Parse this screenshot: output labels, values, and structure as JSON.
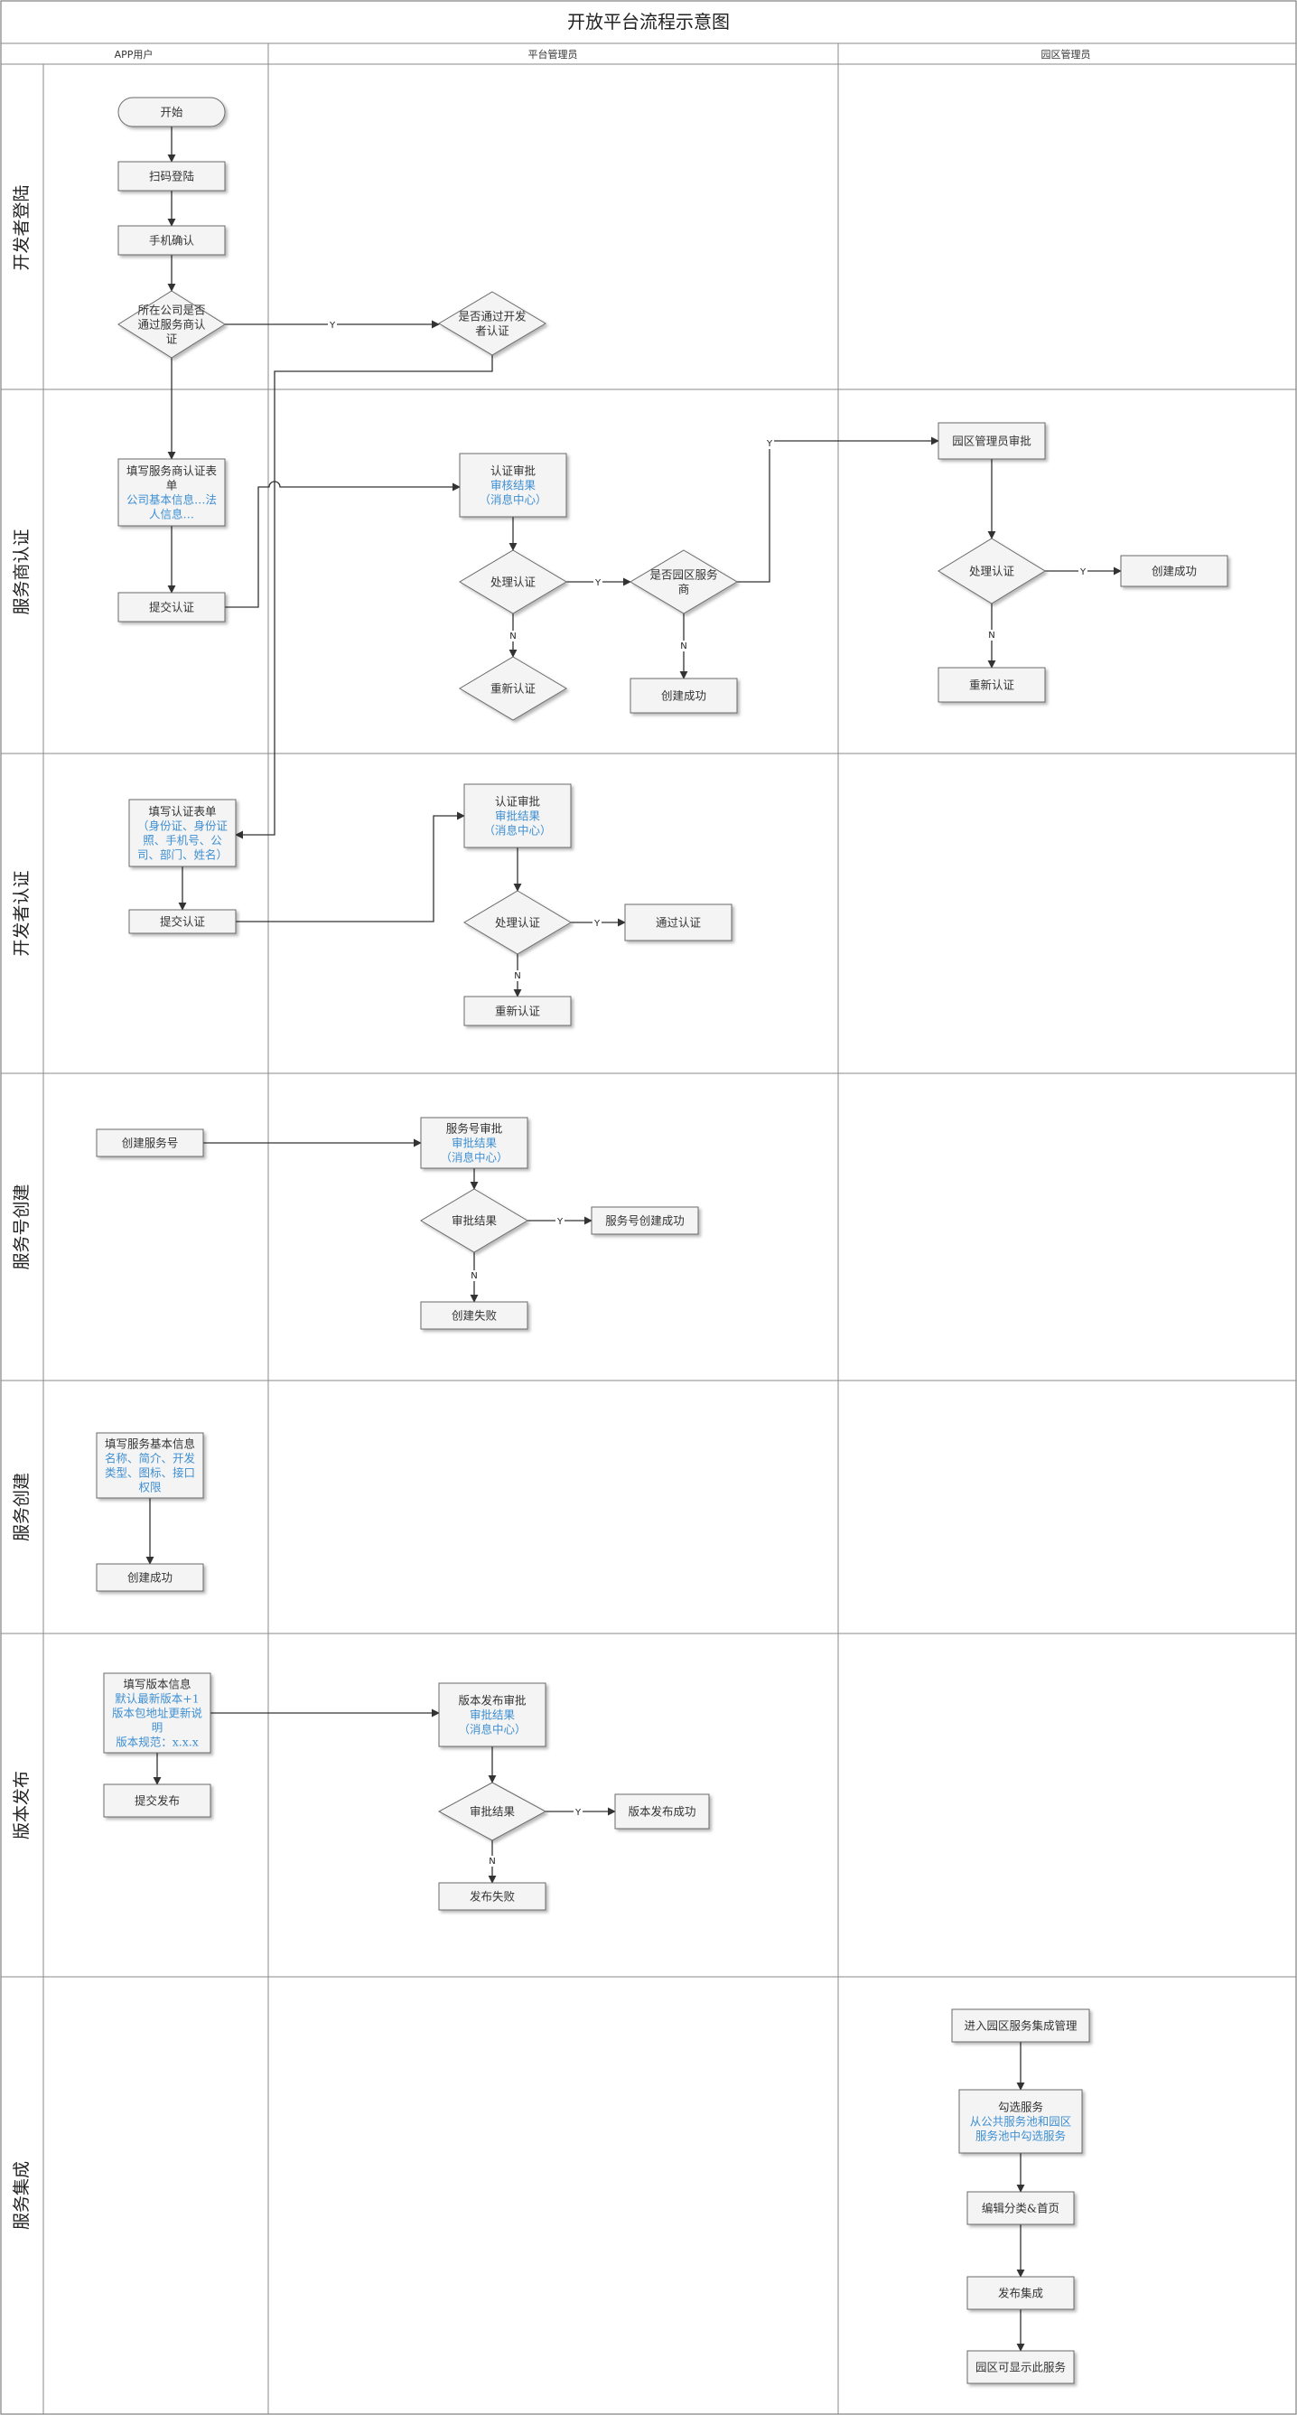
{
  "title": "开放平台流程示意图",
  "columns": [
    "APP用户",
    "平台管理员",
    "园区管理员"
  ],
  "rows": [
    "开发者登陆",
    "服务商认证",
    "开发者认证",
    "服务号创建",
    "服务创建",
    "版本发布",
    "服务集成"
  ],
  "colors": {
    "text": "#333333",
    "highlight": "#3f8fd2",
    "node_fill": "#f4f4f4",
    "border": "#6a6a6a"
  },
  "nodes": {
    "start": {
      "lines": [
        "开始"
      ]
    },
    "scan_login": {
      "lines": [
        "扫码登陆"
      ]
    },
    "phone_confirm": {
      "lines": [
        "手机确认"
      ]
    },
    "company_check": {
      "lines": [
        "所在公司是否",
        "通过服务商认",
        "证"
      ]
    },
    "dev_check": {
      "lines": [
        "是否通过开发",
        "者认证"
      ]
    },
    "fill_vendor_form": {
      "lines": [
        "填写服务商认证表",
        "单"
      ],
      "blue": [
        "公司基本信息…法",
        "人信息…"
      ]
    },
    "submit_vendor": {
      "lines": [
        "提交认证"
      ]
    },
    "vendor_review": {
      "lines": [
        "认证审批"
      ],
      "blue": [
        "审核结果",
        "（消息中心）"
      ]
    },
    "vendor_process": {
      "lines": [
        "处理认证"
      ]
    },
    "vendor_retry": {
      "lines": [
        "重新认证"
      ]
    },
    "is_park_vendor": {
      "lines": [
        "是否园区服务",
        "商"
      ]
    },
    "vendor_created": {
      "lines": [
        "创建成功"
      ]
    },
    "park_review": {
      "lines": [
        "园区管理员审批"
      ]
    },
    "park_process": {
      "lines": [
        "处理认证"
      ]
    },
    "park_created": {
      "lines": [
        "创建成功"
      ]
    },
    "park_retry": {
      "lines": [
        "重新认证"
      ]
    },
    "fill_dev_form": {
      "lines": [
        "填写认证表单"
      ],
      "blue": [
        "（身份证、身份证",
        "照、手机号、公",
        "司、部门、姓名）"
      ]
    },
    "submit_dev": {
      "lines": [
        "提交认证"
      ]
    },
    "dev_review": {
      "lines": [
        "认证审批"
      ],
      "blue": [
        "审批结果",
        "（消息中心）"
      ]
    },
    "dev_process": {
      "lines": [
        "处理认证"
      ]
    },
    "dev_pass": {
      "lines": [
        "通过认证"
      ]
    },
    "dev_retry": {
      "lines": [
        "重新认证"
      ]
    },
    "create_sa": {
      "lines": [
        "创建服务号"
      ]
    },
    "sa_review": {
      "lines": [
        "服务号审批"
      ],
      "blue": [
        "审批结果",
        "（消息中心）"
      ]
    },
    "sa_result": {
      "lines": [
        "审批结果"
      ]
    },
    "sa_success": {
      "lines": [
        "服务号创建成功"
      ]
    },
    "sa_fail": {
      "lines": [
        "创建失败"
      ]
    },
    "fill_service": {
      "lines": [
        "填写服务基本信息"
      ],
      "blue": [
        "名称、简介、开发",
        "类型、图标、接口",
        "权限"
      ]
    },
    "service_created": {
      "lines": [
        "创建成功"
      ]
    },
    "fill_version": {
      "lines": [
        "填写版本信息"
      ],
      "blue": [
        "默认最新版本+1",
        "版本包地址更新说",
        "明",
        "版本规范：x.x.x"
      ]
    },
    "submit_release": {
      "lines": [
        "提交发布"
      ]
    },
    "release_review": {
      "lines": [
        "版本发布审批"
      ],
      "blue": [
        "审批结果",
        "（消息中心）"
      ]
    },
    "release_result": {
      "lines": [
        "审批结果"
      ]
    },
    "release_success": {
      "lines": [
        "版本发布成功"
      ]
    },
    "release_fail": {
      "lines": [
        "发布失败"
      ]
    },
    "enter_park_mgmt": {
      "lines": [
        "进入园区服务集成管理"
      ]
    },
    "select_services": {
      "lines": [
        "勾选服务"
      ],
      "blue": [
        "从公共服务池和园区",
        "服务池中勾选服务"
      ]
    },
    "edit_category": {
      "lines": [
        "编辑分类&首页"
      ]
    },
    "publish_integration": {
      "lines": [
        "发布集成"
      ]
    },
    "park_show": {
      "lines": [
        "园区可显示此服务"
      ]
    }
  },
  "edge_labels": {
    "yes": "Y",
    "no": "N"
  }
}
